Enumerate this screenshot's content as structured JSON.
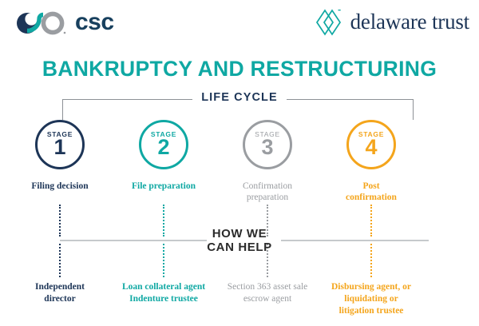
{
  "brand": {
    "csc_wordmark": "csc",
    "delaware_trust_wordmark": "delaware trust"
  },
  "title": "BANKRUPTCY AND RESTRUCTURING",
  "sections": {
    "life_cycle_label": "LIFE CYCLE",
    "how_we_can_help_line1": "HOW WE",
    "how_we_can_help_line2": "CAN HELP"
  },
  "colors": {
    "navy": "#1d3557",
    "teal": "#0fa8a3",
    "gray": "#9a9da1",
    "orange": "#f4a51c",
    "rule": "#c6c9cc",
    "bracket": "#8d9196"
  },
  "stages": [
    {
      "stage_word": "STAGE",
      "number": "1",
      "caption": "Filing decision",
      "service": "Independent\ndirector",
      "color_key": "navy"
    },
    {
      "stage_word": "STAGE",
      "number": "2",
      "caption": "File preparation",
      "service": "Loan collateral agent\nIndenture trustee",
      "color_key": "teal"
    },
    {
      "stage_word": "STAGE",
      "number": "3",
      "caption": "Confirmation\npreparation",
      "service": "Section 363 asset sale\nescrow agent",
      "color_key": "gray"
    },
    {
      "stage_word": "STAGE",
      "number": "4",
      "caption": "Post\nconfirmation",
      "service": "Disbursing agent, or\nliquidating or\nlitigation trustee",
      "color_key": "orange"
    }
  ]
}
